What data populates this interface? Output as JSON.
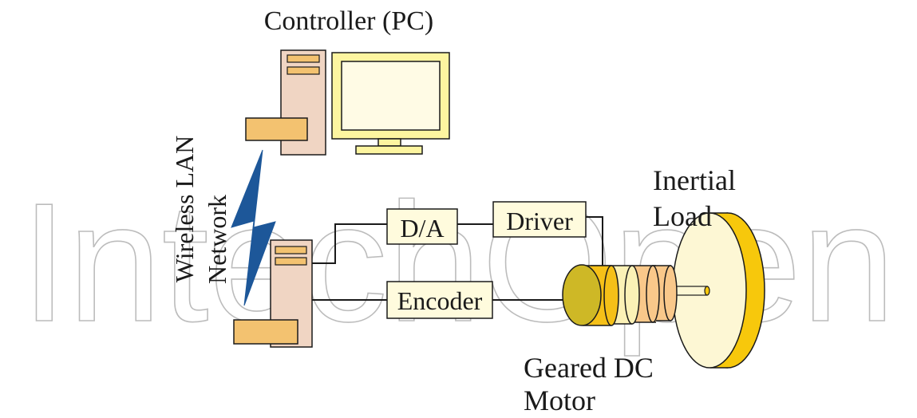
{
  "diagram": {
    "controller_label": "Controller (PC)",
    "wireless_label_line1": "Wireless LAN",
    "wireless_label_line2": "Network",
    "da_label": "D/A",
    "driver_label": "Driver",
    "encoder_label": "Encoder",
    "load_label_line1": "Inertial",
    "load_label_line2": "Load",
    "motor_label_line1": "Geared DC",
    "motor_label_line2": "Motor"
  },
  "watermark": {
    "text": "IntechOpen"
  },
  "colors": {
    "tower": "#f0d5c3",
    "drive_slot": "#f3c270",
    "monitor_frame": "#fdf5a0",
    "monitor_screen": "#fffbe5",
    "box_fill": "#fffbdd",
    "lightning": "#1d5799",
    "motor_face": "#ceb826",
    "motor_ring": "#f5c018",
    "motor_body": "#fbf1b6",
    "gear_section": "#f9c88a",
    "disk_rim": "#f7c80c",
    "disk_face": "#fdf7d4",
    "watermark": "#bcbcbc"
  }
}
